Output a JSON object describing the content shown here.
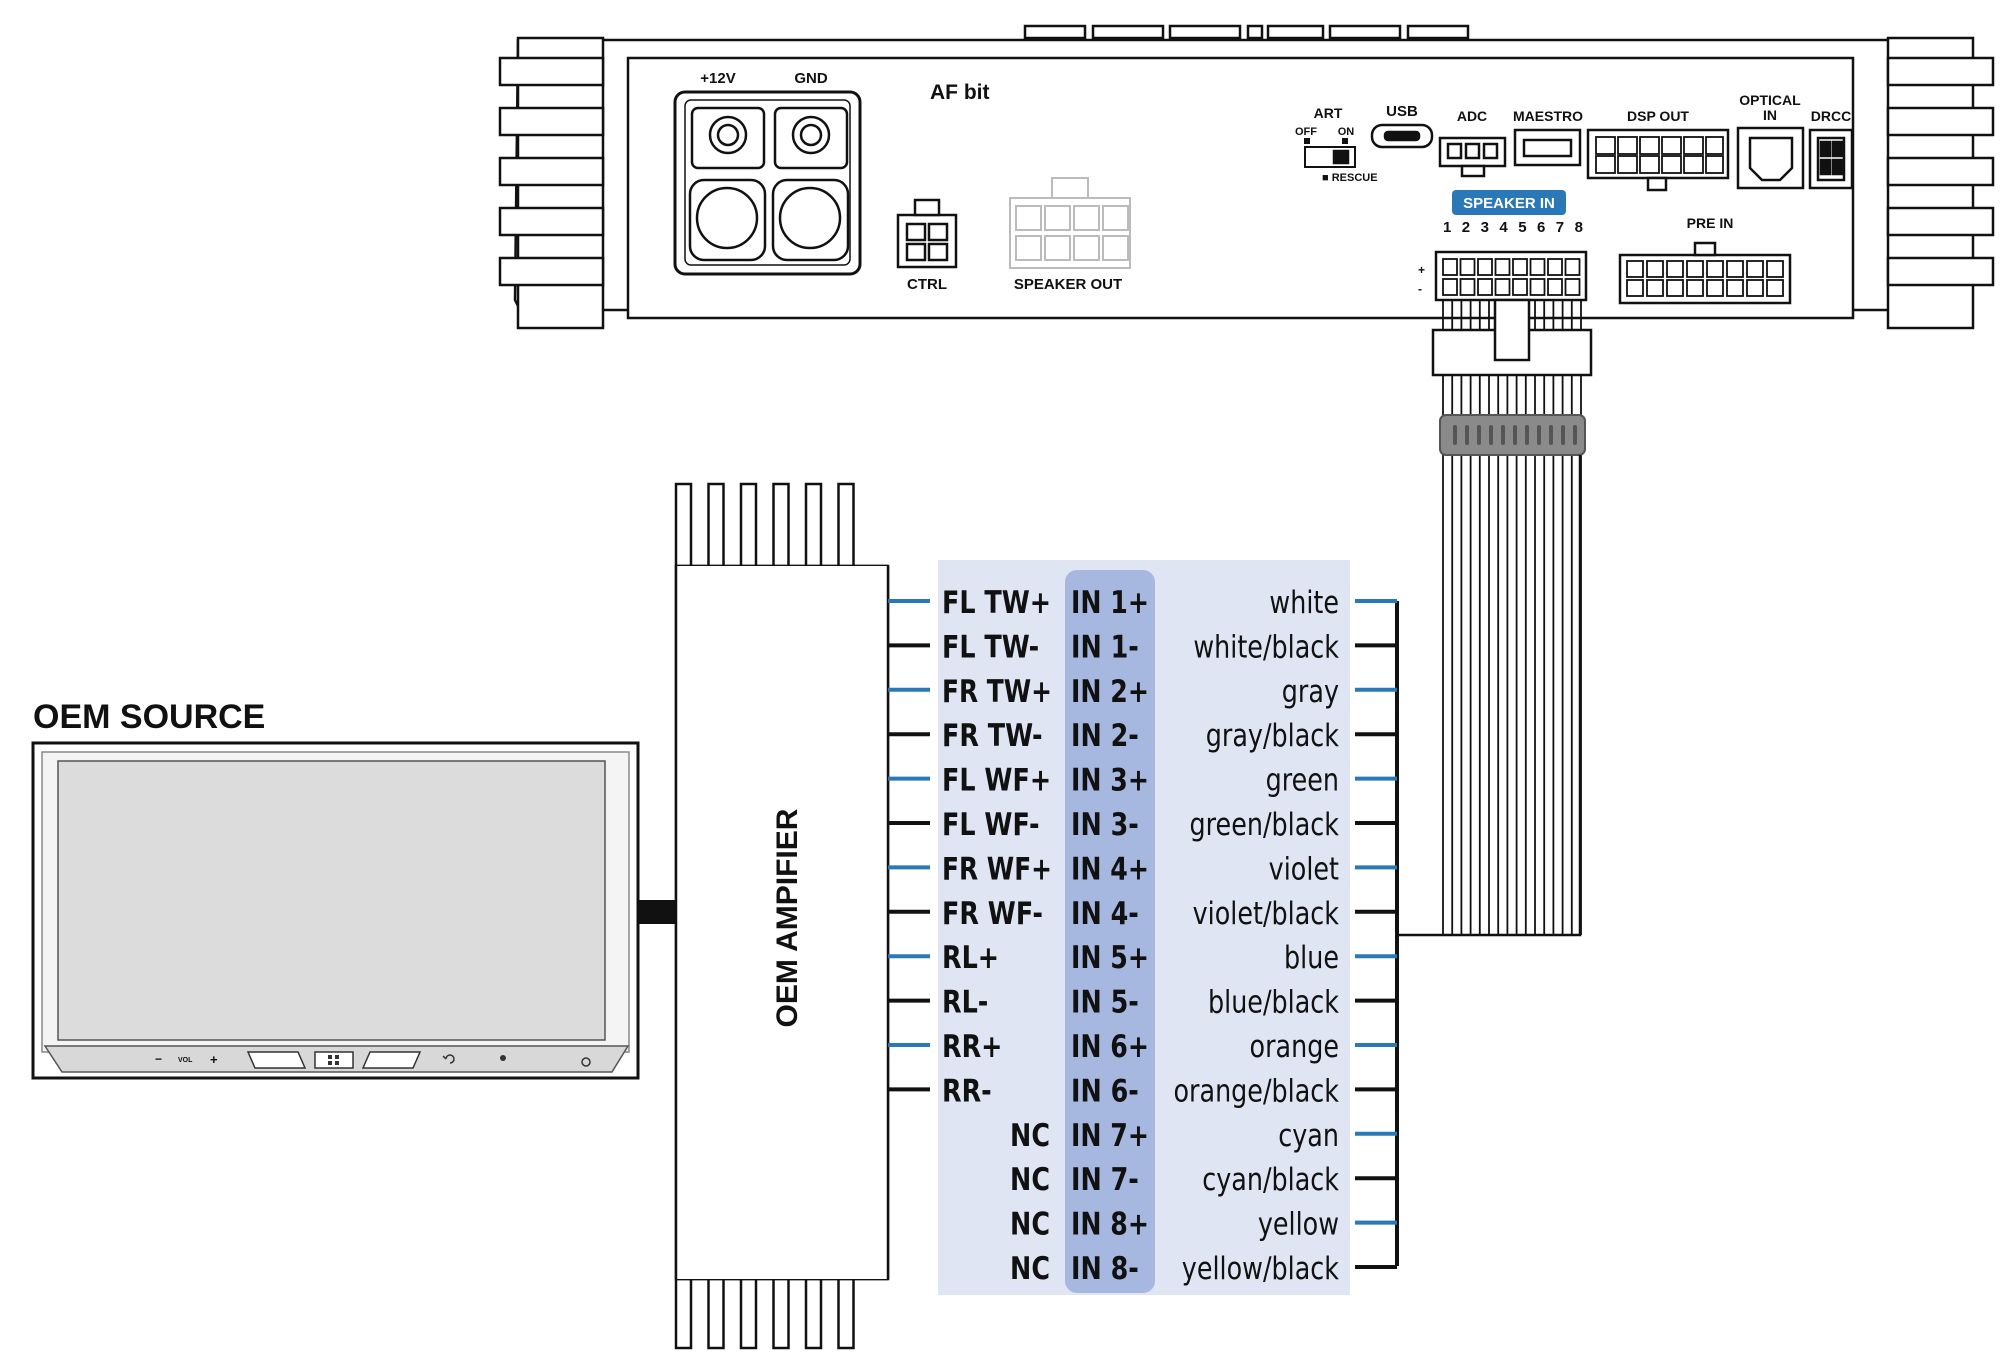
{
  "amp": {
    "model": "AF bit",
    "power_labels": [
      "+12V",
      "GND"
    ],
    "ctrl": "CTRL",
    "speaker_out": "SPEAKER OUT",
    "art": "ART",
    "art_off": "OFF",
    "art_on": "ON",
    "rescue": "■ RESCUE",
    "usb": "USB",
    "adc": "ADC",
    "maestro": "MAESTRO",
    "dsp_out": "DSP OUT",
    "optical_line1": "OPTICAL",
    "optical_line2": "IN",
    "drcc": "DRCC",
    "speaker_in": "SPEAKER IN",
    "speaker_in_pins": [
      "1",
      "2",
      "3",
      "4",
      "5",
      "6",
      "7",
      "8"
    ],
    "pre_in": "PRE IN",
    "plus": "+",
    "minus": "-"
  },
  "oem_source": {
    "title": "OEM SOURCE",
    "vol_minus": "−",
    "vol": "VOL",
    "vol_plus": "+"
  },
  "oem_amplifier": {
    "title": "OEM AMPIFIER"
  },
  "colors": {
    "positive_wire": "#2a78b8",
    "negative_wire": "#111111",
    "panel_bg": "#dfe5f3",
    "input_column_bg": "#a7b8e0",
    "speaker_in_badge": "#2a78b8"
  },
  "wiring": [
    {
      "oem": "FL TW+",
      "input": "IN 1+",
      "wire": "white",
      "polarity": "+"
    },
    {
      "oem": "FL TW-",
      "input": "IN 1-",
      "wire": "white/black",
      "polarity": "-"
    },
    {
      "oem": "FR TW+",
      "input": "IN 2+",
      "wire": "gray",
      "polarity": "+"
    },
    {
      "oem": "FR TW-",
      "input": "IN 2-",
      "wire": "gray/black",
      "polarity": "-"
    },
    {
      "oem": "FL WF+",
      "input": "IN 3+",
      "wire": "green",
      "polarity": "+"
    },
    {
      "oem": "FL WF-",
      "input": "IN 3-",
      "wire": "green/black",
      "polarity": "-"
    },
    {
      "oem": "FR WF+",
      "input": "IN 4+",
      "wire": "violet",
      "polarity": "+"
    },
    {
      "oem": "FR WF-",
      "input": "IN 4-",
      "wire": "violet/black",
      "polarity": "-"
    },
    {
      "oem": "RL+",
      "input": "IN 5+",
      "wire": "blue",
      "polarity": "+"
    },
    {
      "oem": "RL-",
      "input": "IN 5-",
      "wire": "blue/black",
      "polarity": "-"
    },
    {
      "oem": "RR+",
      "input": "IN 6+",
      "wire": "orange",
      "polarity": "+"
    },
    {
      "oem": "RR-",
      "input": "IN 6-",
      "wire": "orange/black",
      "polarity": "-"
    },
    {
      "oem": "NC",
      "input": "IN 7+",
      "wire": "cyan",
      "polarity": "+"
    },
    {
      "oem": "NC",
      "input": "IN 7-",
      "wire": "cyan/black",
      "polarity": "-"
    },
    {
      "oem": "NC",
      "input": "IN 8+",
      "wire": "yellow",
      "polarity": "+"
    },
    {
      "oem": "NC",
      "input": "IN 8-",
      "wire": "yellow/black",
      "polarity": "-"
    }
  ]
}
